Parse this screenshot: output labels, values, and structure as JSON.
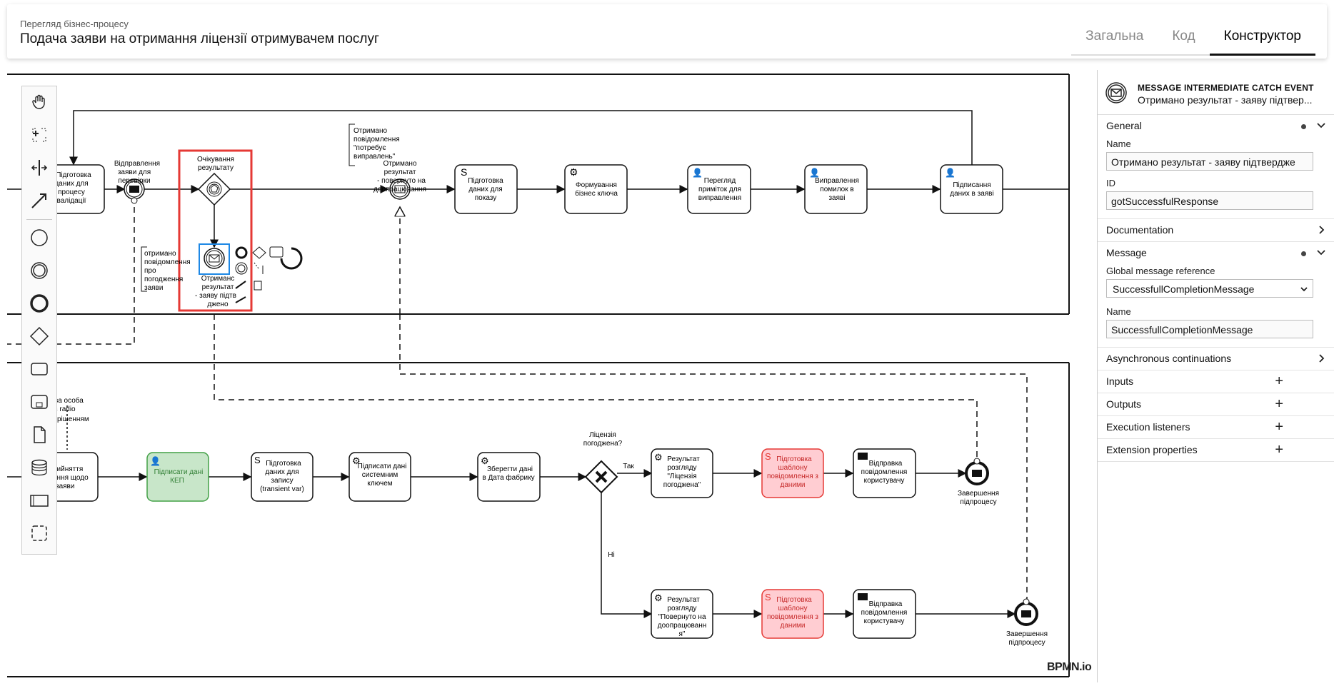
{
  "header": {
    "subtitle": "Перегляд бізнес-процесу",
    "title": "Подача заяви на отримання ліцензії отримувачем послуг",
    "tabs": [
      "Загальна",
      "Код",
      "Конструктор"
    ],
    "active_tab": "Конструктор"
  },
  "diagram": {
    "tasks": {
      "prep_validation": "Підготовка даних для процесу валідації",
      "send_check": "Відправлення заяви для перевірки",
      "await_result": "Очікування результату",
      "prep_display": "Підготовка даних для показу",
      "form_key": "Формування бізнес ключа",
      "review_notes": "Перегляд приміток для виправлення",
      "fix_errors": "Виправлення помилок в заяві",
      "sign_data": "Підписання даних в заяві",
      "recv_returned": "Отримано результат - повернуто на доопрацювання",
      "recv_confirmed": "Отримано результат - заяву підтверджено",
      "note_fix": "Отримано повідомлення \"потребує виправлень\"",
      "note_agreement": "отримано повідомлення про погодження заяви",
      "note_person": "ва особа з radio рішенням",
      "decision_partial": "рийняття ення щодо заяви",
      "sign_kep": "Підписати дані КЕП",
      "prep_write": "Підготовка даних для запису (transient var)",
      "sign_system": "Підписати дані системним ключем",
      "save_factory": "Зберегти дані в Дата фабрику",
      "gw_label": "Ліцензія погоджена?",
      "yes": "Так",
      "no": "Ні",
      "res_agreed": "Результат розгляду \"Ліцензія погоджена\"",
      "template_1": "Підготовка шаблону повідомлення з даними",
      "send_user_1": "Відправка повідомлення користувачу",
      "end_1": "Завершення підпроцесу",
      "res_returned": "Результат розгляду \"Повернуто на доопрацюванн я\"",
      "template_2": "Підготовка шаблону повідомлення з даними",
      "send_user_2": "Відправка повідомлення користувачу",
      "end_2": "Завершення підпроцесу"
    },
    "watermark": "BPMN.io"
  },
  "panel": {
    "element_type": "MESSAGE INTERMEDIATE CATCH EVENT",
    "element_name": "Отримано результат - заяву підтвер...",
    "groups": {
      "general": "General",
      "name_label": "Name",
      "name_value": "Отримано результат - заяву підтвердже",
      "id_label": "ID",
      "id_value": "gotSuccessfulResponse",
      "documentation": "Documentation",
      "message": "Message",
      "global_ref_label": "Global message reference",
      "global_ref_value": "SuccessfullCompletionMessage",
      "msg_name_label": "Name",
      "msg_name_value": "SuccessfullCompletionMessage",
      "async": "Asynchronous continuations",
      "inputs": "Inputs",
      "outputs": "Outputs",
      "exec_listeners": "Execution listeners",
      "ext_props": "Extension properties"
    }
  },
  "colors": {
    "selected": "#e53935",
    "selection_blue": "#1e88e5",
    "user_task_green": "#c8e6c9",
    "script_red": "#ffcdd2"
  }
}
